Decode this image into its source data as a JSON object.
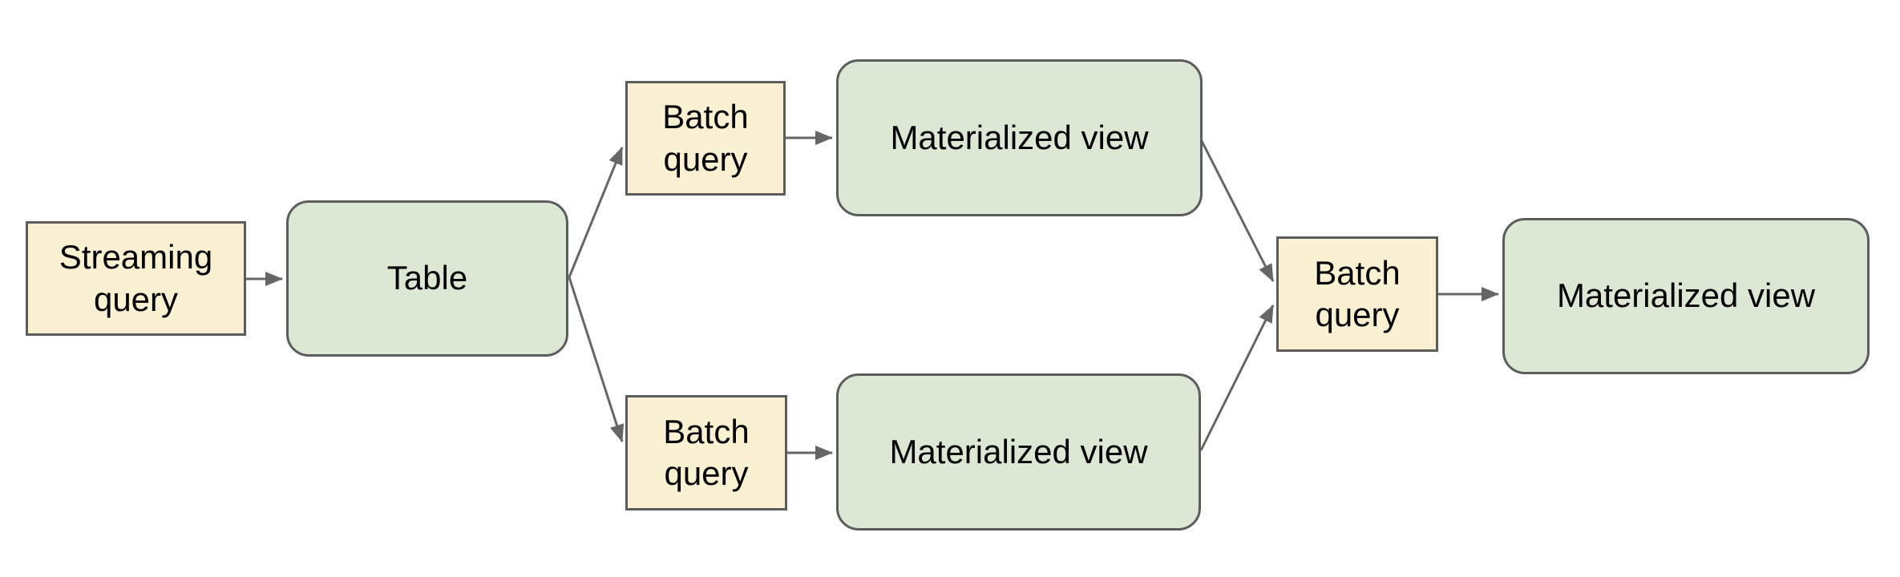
{
  "diagram": {
    "type": "flowchart",
    "description": "Streaming and batch query pipeline producing materialized views",
    "colors": {
      "query_fill": "#faf0d2",
      "view_fill": "#dce8d4",
      "border": "#5c5c5c",
      "arrow": "#666666",
      "text": "#000000",
      "background": "#ffffff"
    },
    "nodes": {
      "streaming_query": {
        "label": "Streaming query",
        "type": "query"
      },
      "table": {
        "label": "Table",
        "type": "view"
      },
      "batch_query_top": {
        "label": "Batch query",
        "type": "query"
      },
      "materialized_view_top": {
        "label": "Materialized view",
        "type": "view"
      },
      "batch_query_bottom": {
        "label": "Batch query",
        "type": "query"
      },
      "materialized_view_bottom": {
        "label": "Materialized view",
        "type": "view"
      },
      "batch_query_right": {
        "label": "Batch query",
        "type": "query"
      },
      "materialized_view_final": {
        "label": "Materialized view",
        "type": "view"
      }
    },
    "edges": [
      {
        "from": "streaming_query",
        "to": "table"
      },
      {
        "from": "table",
        "to": "batch_query_top"
      },
      {
        "from": "table",
        "to": "batch_query_bottom"
      },
      {
        "from": "batch_query_top",
        "to": "materialized_view_top"
      },
      {
        "from": "batch_query_bottom",
        "to": "materialized_view_bottom"
      },
      {
        "from": "materialized_view_top",
        "to": "batch_query_right"
      },
      {
        "from": "materialized_view_bottom",
        "to": "batch_query_right"
      },
      {
        "from": "batch_query_right",
        "to": "materialized_view_final"
      }
    ]
  }
}
